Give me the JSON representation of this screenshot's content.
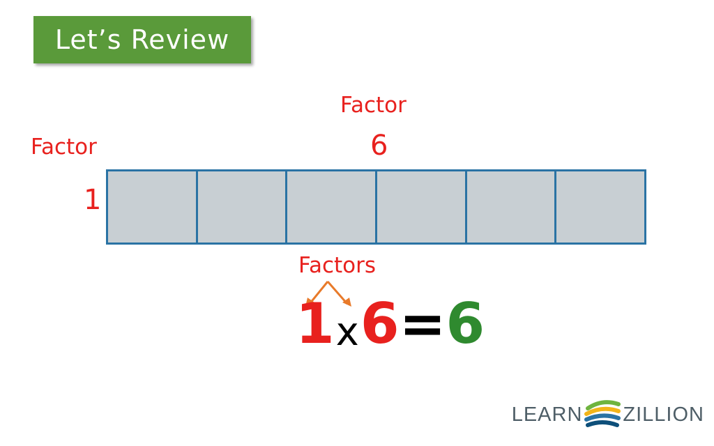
{
  "header": {
    "title": "Let’s Review"
  },
  "labels": {
    "top_factor": "Factor",
    "top_value": "6",
    "left_factor": "Factor",
    "left_value": "1",
    "factors": "Factors"
  },
  "array": {
    "rows": 1,
    "columns": 6
  },
  "equation": {
    "term1": "1",
    "operator": "x",
    "term2": "6",
    "equals": "=",
    "result": "6"
  },
  "colors": {
    "badge": "#5a9a3a",
    "label_red": "#e8211e",
    "cell_fill": "#c8cfd3",
    "cell_border": "#2a73a4",
    "arrow": "#e87a2a",
    "result_green": "#2f8a2f"
  },
  "logo": {
    "left": "LEARN",
    "right": "ZILLION",
    "icon": "learnzillion-swoosh-icon"
  }
}
